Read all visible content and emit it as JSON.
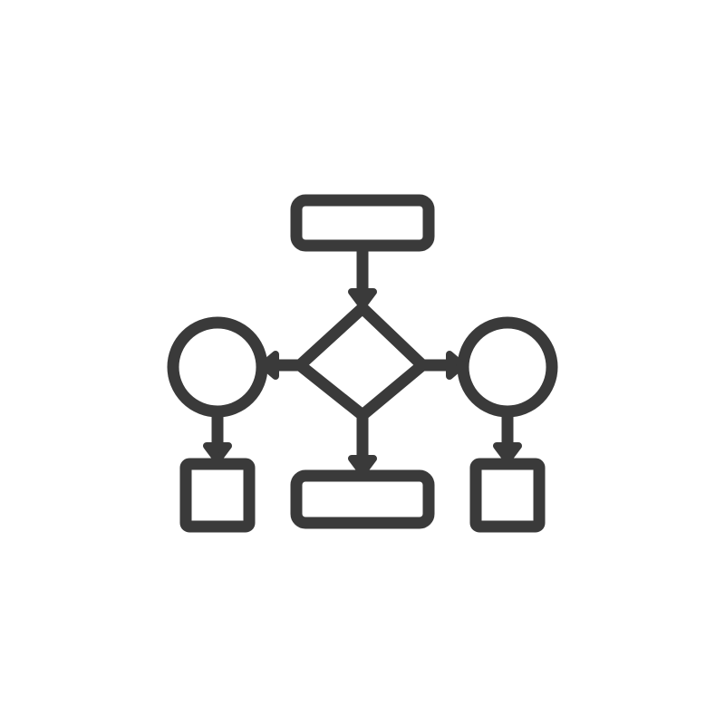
{
  "icon": {
    "name": "flowchart-icon",
    "stroke_color": "#3a3a3a",
    "background": "#ffffff"
  },
  "nodes": [
    {
      "id": "start",
      "shape": "rounded-rectangle"
    },
    {
      "id": "decision",
      "shape": "diamond"
    },
    {
      "id": "left-connector",
      "shape": "circle"
    },
    {
      "id": "right-connector",
      "shape": "circle"
    },
    {
      "id": "left-process",
      "shape": "square"
    },
    {
      "id": "center-process",
      "shape": "rounded-rectangle"
    },
    {
      "id": "right-process",
      "shape": "square"
    }
  ],
  "edges": [
    {
      "from": "start",
      "to": "decision"
    },
    {
      "from": "decision",
      "to": "left-connector"
    },
    {
      "from": "decision",
      "to": "right-connector"
    },
    {
      "from": "decision",
      "to": "center-process"
    },
    {
      "from": "left-connector",
      "to": "left-process"
    },
    {
      "from": "right-connector",
      "to": "right-process"
    }
  ]
}
